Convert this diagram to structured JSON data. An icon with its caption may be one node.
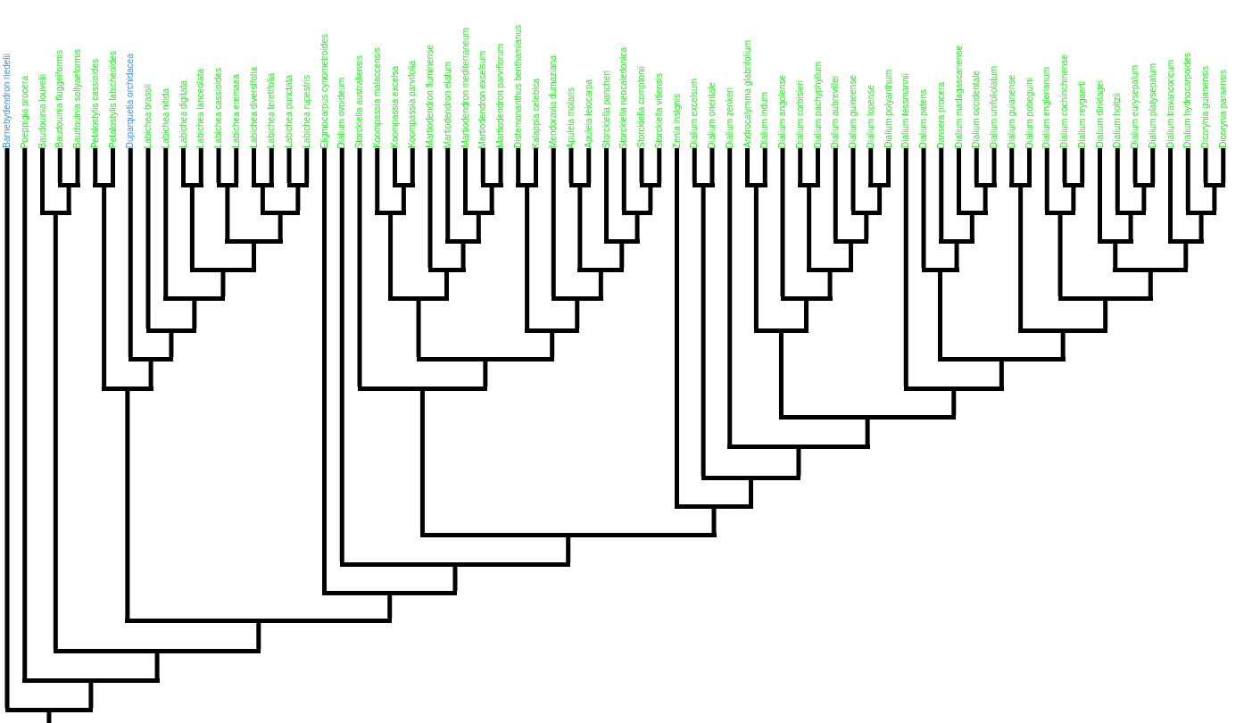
{
  "diagram": {
    "nodes": [
      {
        "text": [
          "Barnebydendron riedelii"
        ]
      },
      {
        "text": [
          "Poeppigia procera"
        ]
      },
      {
        "text": [
          "Baudouinia louvelii"
        ]
      },
      {
        "text": [
          "Baudouinia fluggeiformis"
        ]
      },
      {
        "text": [
          "Baudouinia sollyaeformis"
        ]
      },
      {
        "text": [
          "Petalostylis cassioides"
        ]
      },
      {
        "text": [
          "Petalostylis labicheoides"
        ]
      },
      {
        "text": [
          "Duparquetia orchidacea"
        ]
      },
      {
        "text": [
          "Labichea brassii"
        ]
      },
      {
        "text": [
          "Labichea nitida"
        ]
      },
      {
        "text": [
          "Labichea digitata"
        ]
      },
      {
        "text": [
          "Labichea lanceolata"
        ]
      },
      {
        "text": [
          "Labichea cassioides"
        ]
      },
      {
        "text": [
          "Labichea eremaea"
        ]
      },
      {
        "text": [
          "Labichea diversifolia"
        ]
      },
      {
        "text": [
          "Labichea teretifolia"
        ]
      },
      {
        "text": [
          "Labichea punctata"
        ]
      },
      {
        "text": [
          "Labichea rupestris"
        ]
      },
      {
        "text": [
          "Eligmocarpus cynometroides"
        ]
      },
      {
        "text": [
          "Dialium ovoideum"
        ]
      },
      {
        "text": [
          "Storckiella australiensis"
        ]
      },
      {
        "text": [
          "Koompassia malaccensis"
        ]
      },
      {
        "text": [
          "Koompassia excelsa"
        ]
      },
      {
        "text": [
          "Koompassia parvifolia"
        ]
      },
      {
        "text": [
          "Martiodendron fluminense"
        ]
      },
      {
        "text": [
          "Martiodendron elatum"
        ]
      },
      {
        "text": [
          "Martiodendron mediterraneum"
        ]
      },
      {
        "text": [
          "Martiodendron excelsum"
        ]
      },
      {
        "text": [
          "Martiodendron parviflorum"
        ]
      },
      {
        "text": [
          "Distemonanthus benthamianus"
        ]
      },
      {
        "text": [
          "Kalappia celebica"
        ]
      },
      {
        "text": [
          "Mendoravia dumaziana"
        ]
      },
      {
        "text": [
          "Apuleia molaris"
        ]
      },
      {
        "text": [
          "Apuleia leiocarpa"
        ]
      },
      {
        "text": [
          "Storckiella pancheri"
        ]
      },
      {
        "text": [
          "Storckiella neocaledonica"
        ]
      },
      {
        "text": [
          "Storckiella comptonii"
        ]
      },
      {
        "text": [
          "Storckiella vitiensis"
        ]
      },
      {
        "text": [
          "Zenia insignis"
        ]
      },
      {
        "text": [
          "Dialium excelsum"
        ]
      },
      {
        "text": [
          "Dialium orientale"
        ]
      },
      {
        "text": [
          "Dialium zenkeri"
        ]
      },
      {
        "text": [
          "Androcalymma glabrifolium"
        ]
      },
      {
        "text": [
          "Dialium indum"
        ]
      },
      {
        "text": [
          "Dialium angolense"
        ]
      },
      {
        "text": [
          "Dialium corbisieri"
        ]
      },
      {
        "text": [
          "Dialium pachyphyllum"
        ]
      },
      {
        "text": [
          "Dialium aubrevillei"
        ]
      },
      {
        "text": [
          "Dialium guineense"
        ]
      },
      {
        "text": [
          "Dialium lopense"
        ]
      },
      {
        "text": [
          "Dialium polyanthum"
        ]
      },
      {
        "text": [
          "Dialium tessmannii"
        ]
      },
      {
        "text": [
          "Dialium patens"
        ]
      },
      {
        "text": [
          "Dansera procera"
        ]
      },
      {
        "text": [
          "Dialium madagascariense"
        ]
      },
      {
        "text": [
          "Dialium occidentale"
        ]
      },
      {
        "text": [
          "Dialium unifoliolatum"
        ]
      },
      {
        "text": [
          "Dialium guianense"
        ]
      },
      {
        "text": [
          "Dialium pobeguini"
        ]
      },
      {
        "text": [
          "Dialium englerianum"
        ]
      },
      {
        "text": [
          "Dialium cochinchinense"
        ]
      },
      {
        "text": [
          "Dialium reygaerti"
        ]
      },
      {
        "text": [
          "Dialium dinklagei"
        ]
      },
      {
        "text": [
          "Dialium holtzii"
        ]
      },
      {
        "text": [
          "Dialium eurysepalum"
        ]
      },
      {
        "text": [
          "Dialium platysepalum"
        ]
      },
      {
        "text": [
          "Dialium travancoricum"
        ]
      },
      {
        "text": [
          "Dialium hydnocarpoides"
        ]
      },
      {
        "text": [
          "Dicorynia guianensis"
        ]
      },
      {
        "text": [
          "Dicorynia paraensis"
        ]
      },
      {
        "text": [],
        "shape": "bar"
      },
      {
        "text": [],
        "shape": "bar"
      },
      {
        "text": [],
        "shape": "bar"
      },
      {
        "text": [],
        "shape": "bar"
      },
      {
        "text": [],
        "shape": "bar"
      },
      {
        "text": [],
        "shape": "bar"
      },
      {
        "text": [],
        "shape": "bar"
      },
      {
        "text": [],
        "shape": "bar"
      },
      {
        "text": [],
        "shape": "bar"
      },
      {
        "text": [],
        "shape": "bar"
      },
      {
        "text": [],
        "shape": "bar"
      },
      {
        "text": [],
        "shape": "bar"
      },
      {
        "text": [],
        "shape": "bar"
      },
      {
        "text": [],
        "shape": "bar"
      },
      {
        "text": [],
        "shape": "bar"
      },
      {
        "text": [],
        "shape": "bar"
      },
      {
        "text": [],
        "shape": "bar"
      },
      {
        "text": [],
        "shape": "bar"
      },
      {
        "text": [],
        "shape": "bar"
      },
      {
        "text": [],
        "shape": "bar"
      },
      {
        "text": [],
        "shape": "bar"
      },
      {
        "text": [],
        "shape": "bar"
      },
      {
        "text": [],
        "shape": "bar"
      },
      {
        "text": [],
        "shape": "bar"
      },
      {
        "text": [],
        "shape": "bar"
      },
      {
        "text": [],
        "shape": "bar"
      },
      {
        "text": [],
        "shape": "bar"
      },
      {
        "text": [],
        "shape": "bar"
      },
      {
        "text": [],
        "shape": "bar"
      },
      {
        "text": [],
        "shape": "bar"
      },
      {
        "text": [],
        "shape": "bar"
      },
      {
        "text": [],
        "shape": "bar"
      },
      {
        "text": [],
        "shape": "bar"
      },
      {
        "text": [],
        "shape": "bar"
      },
      {
        "text": [],
        "shape": "bar"
      },
      {
        "text": [],
        "shape": "bar"
      },
      {
        "text": [],
        "shape": "bar"
      },
      {
        "text": [],
        "shape": "bar"
      },
      {
        "text": [],
        "shape": "bar"
      },
      {
        "text": [],
        "shape": "bar"
      },
      {
        "text": [],
        "shape": "bar"
      },
      {
        "text": [],
        "shape": "bar"
      },
      {
        "text": [],
        "shape": "bar"
      },
      {
        "text": [],
        "shape": "bar"
      },
      {
        "text": [],
        "shape": "bar"
      },
      {
        "text": [],
        "shape": "bar"
      },
      {
        "text": [],
        "shape": "bar"
      },
      {
        "text": [],
        "shape": "bar"
      },
      {
        "text": [],
        "shape": "bar"
      },
      {
        "text": [],
        "shape": "bar"
      },
      {
        "text": [],
        "shape": "bar"
      },
      {
        "text": [],
        "shape": "bar"
      },
      {
        "text": [],
        "shape": "bar"
      },
      {
        "text": [],
        "shape": "bar"
      },
      {
        "text": [],
        "shape": "bar"
      },
      {
        "text": [],
        "shape": "bar"
      },
      {
        "text": [],
        "shape": "bar"
      },
      {
        "text": [],
        "shape": "bar"
      },
      {
        "text": [],
        "shape": "bar"
      },
      {
        "text": [],
        "shape": "bar"
      },
      {
        "text": [],
        "shape": "bar"
      },
      {
        "text": [],
        "shape": "bar"
      },
      {
        "text": [],
        "shape": "bar"
      },
      {
        "text": [],
        "shape": "bar"
      },
      {
        "text": [],
        "shape": "bar"
      },
      {
        "text": [],
        "shape": "bar"
      },
      {
        "text": [],
        "shape": "bar"
      },
      {
        "text": [],
        "shape": "bar"
      },
      {
        "text": [],
        "shape": "bar"
      }
    ],
    "edges": [
      {
        "from": 0,
        "to": 138,
        "arrow": "none"
      },
      {
        "from": 1,
        "to": 137,
        "arrow": "none"
      },
      {
        "from": 2,
        "to": 90,
        "arrow": "none"
      },
      {
        "from": 3,
        "to": 70,
        "arrow": "none"
      },
      {
        "from": 4,
        "to": 70,
        "arrow": "none"
      },
      {
        "from": 5,
        "to": 71,
        "arrow": "none"
      },
      {
        "from": 6,
        "to": 71,
        "arrow": "none"
      },
      {
        "from": 7,
        "to": 122,
        "arrow": "none"
      },
      {
        "from": 8,
        "to": 118,
        "arrow": "none"
      },
      {
        "from": 9,
        "to": 113,
        "arrow": "none"
      },
      {
        "from": 10,
        "to": 72,
        "arrow": "none"
      },
      {
        "from": 11,
        "to": 72,
        "arrow": "none"
      },
      {
        "from": 12,
        "to": 73,
        "arrow": "none"
      },
      {
        "from": 13,
        "to": 73,
        "arrow": "none"
      },
      {
        "from": 14,
        "to": 74,
        "arrow": "none"
      },
      {
        "from": 15,
        "to": 74,
        "arrow": "none"
      },
      {
        "from": 16,
        "to": 75,
        "arrow": "none"
      },
      {
        "from": 17,
        "to": 75,
        "arrow": "none"
      },
      {
        "from": 18,
        "to": 134,
        "arrow": "none"
      },
      {
        "from": 19,
        "to": 133,
        "arrow": "none"
      },
      {
        "from": 20,
        "to": 126,
        "arrow": "none"
      },
      {
        "from": 21,
        "to": 92,
        "arrow": "none"
      },
      {
        "from": 22,
        "to": 76,
        "arrow": "none"
      },
      {
        "from": 23,
        "to": 76,
        "arrow": "none"
      },
      {
        "from": 24,
        "to": 108,
        "arrow": "none"
      },
      {
        "from": 25,
        "to": 101,
        "arrow": "none"
      },
      {
        "from": 26,
        "to": 93,
        "arrow": "none"
      },
      {
        "from": 27,
        "to": 77,
        "arrow": "none"
      },
      {
        "from": 28,
        "to": 77,
        "arrow": "none"
      },
      {
        "from": 29,
        "to": 78,
        "arrow": "none"
      },
      {
        "from": 30,
        "to": 78,
        "arrow": "none"
      },
      {
        "from": 31,
        "to": 115,
        "arrow": "none"
      },
      {
        "from": 32,
        "to": 79,
        "arrow": "none"
      },
      {
        "from": 33,
        "to": 79,
        "arrow": "none"
      },
      {
        "from": 34,
        "to": 102,
        "arrow": "none"
      },
      {
        "from": 35,
        "to": 94,
        "arrow": "none"
      },
      {
        "from": 36,
        "to": 80,
        "arrow": "none"
      },
      {
        "from": 37,
        "to": 80,
        "arrow": "none"
      },
      {
        "from": 38,
        "to": 131,
        "arrow": "none"
      },
      {
        "from": 39,
        "to": 81,
        "arrow": "none"
      },
      {
        "from": 40,
        "to": 81,
        "arrow": "none"
      },
      {
        "from": 41,
        "to": 129,
        "arrow": "none"
      },
      {
        "from": 42,
        "to": 82,
        "arrow": "none"
      },
      {
        "from": 43,
        "to": 82,
        "arrow": "none"
      },
      {
        "from": 44,
        "to": 116,
        "arrow": "none"
      },
      {
        "from": 45,
        "to": 83,
        "arrow": "none"
      },
      {
        "from": 46,
        "to": 83,
        "arrow": "none"
      },
      {
        "from": 47,
        "to": 103,
        "arrow": "none"
      },
      {
        "from": 48,
        "to": 95,
        "arrow": "none"
      },
      {
        "from": 49,
        "to": 84,
        "arrow": "none"
      },
      {
        "from": 50,
        "to": 84,
        "arrow": "none"
      },
      {
        "from": 51,
        "to": 127,
        "arrow": "none"
      },
      {
        "from": 52,
        "to": 111,
        "arrow": "none"
      },
      {
        "from": 53,
        "to": 104,
        "arrow": "none"
      },
      {
        "from": 54,
        "to": 96,
        "arrow": "none"
      },
      {
        "from": 55,
        "to": 85,
        "arrow": "none"
      },
      {
        "from": 56,
        "to": 85,
        "arrow": "none"
      },
      {
        "from": 57,
        "to": 86,
        "arrow": "none"
      },
      {
        "from": 58,
        "to": 86,
        "arrow": "none"
      },
      {
        "from": 59,
        "to": 97,
        "arrow": "none"
      },
      {
        "from": 60,
        "to": 87,
        "arrow": "none"
      },
      {
        "from": 61,
        "to": 87,
        "arrow": "none"
      },
      {
        "from": 62,
        "to": 105,
        "arrow": "none"
      },
      {
        "from": 63,
        "to": 98,
        "arrow": "none"
      },
      {
        "from": 64,
        "to": 88,
        "arrow": "none"
      },
      {
        "from": 65,
        "to": 88,
        "arrow": "none"
      },
      {
        "from": 66,
        "to": 106,
        "arrow": "none"
      },
      {
        "from": 67,
        "to": 99,
        "arrow": "none"
      },
      {
        "from": 68,
        "to": 89,
        "arrow": "none"
      },
      {
        "from": 69,
        "to": 89,
        "arrow": "none"
      },
      {
        "from": 70,
        "to": 90,
        "arrow": "none"
      },
      {
        "from": 71,
        "to": 125,
        "arrow": "none"
      },
      {
        "from": 72,
        "to": 107,
        "arrow": "none"
      },
      {
        "from": 73,
        "to": 100,
        "arrow": "none"
      },
      {
        "from": 74,
        "to": 91,
        "arrow": "none"
      },
      {
        "from": 75,
        "to": 91,
        "arrow": "none"
      },
      {
        "from": 76,
        "to": 92,
        "arrow": "none"
      },
      {
        "from": 77,
        "to": 93,
        "arrow": "none"
      },
      {
        "from": 78,
        "to": 119,
        "arrow": "none"
      },
      {
        "from": 79,
        "to": 109,
        "arrow": "none"
      },
      {
        "from": 80,
        "to": 94,
        "arrow": "none"
      },
      {
        "from": 81,
        "to": 130,
        "arrow": "none"
      },
      {
        "from": 82,
        "to": 120,
        "arrow": "none"
      },
      {
        "from": 83,
        "to": 110,
        "arrow": "none"
      },
      {
        "from": 84,
        "to": 95,
        "arrow": "none"
      },
      {
        "from": 85,
        "to": 96,
        "arrow": "none"
      },
      {
        "from": 86,
        "to": 121,
        "arrow": "none"
      },
      {
        "from": 87,
        "to": 97,
        "arrow": "none"
      },
      {
        "from": 88,
        "to": 98,
        "arrow": "none"
      },
      {
        "from": 89,
        "to": 99,
        "arrow": "none"
      },
      {
        "from": 90,
        "to": 136,
        "arrow": "none"
      },
      {
        "from": 91,
        "to": 100,
        "arrow": "none"
      },
      {
        "from": 92,
        "to": 114,
        "arrow": "none"
      },
      {
        "from": 93,
        "to": 101,
        "arrow": "none"
      },
      {
        "from": 94,
        "to": 102,
        "arrow": "none"
      },
      {
        "from": 95,
        "to": 103,
        "arrow": "none"
      },
      {
        "from": 96,
        "to": 104,
        "arrow": "none"
      },
      {
        "from": 97,
        "to": 117,
        "arrow": "none"
      },
      {
        "from": 98,
        "to": 105,
        "arrow": "none"
      },
      {
        "from": 99,
        "to": 106,
        "arrow": "none"
      },
      {
        "from": 100,
        "to": 107,
        "arrow": "none"
      },
      {
        "from": 101,
        "to": 108,
        "arrow": "none"
      },
      {
        "from": 102,
        "to": 109,
        "arrow": "none"
      },
      {
        "from": 103,
        "to": 110,
        "arrow": "none"
      },
      {
        "from": 104,
        "to": 111,
        "arrow": "none"
      },
      {
        "from": 105,
        "to": 112,
        "arrow": "none"
      },
      {
        "from": 106,
        "to": 112,
        "arrow": "none"
      },
      {
        "from": 107,
        "to": 113,
        "arrow": "none"
      },
      {
        "from": 108,
        "to": 114,
        "arrow": "none"
      },
      {
        "from": 109,
        "to": 115,
        "arrow": "none"
      },
      {
        "from": 110,
        "to": 116,
        "arrow": "none"
      },
      {
        "from": 111,
        "to": 124,
        "arrow": "none"
      },
      {
        "from": 112,
        "to": 117,
        "arrow": "none"
      },
      {
        "from": 113,
        "to": 118,
        "arrow": "none"
      },
      {
        "from": 114,
        "to": 123,
        "arrow": "none"
      },
      {
        "from": 115,
        "to": 119,
        "arrow": "none"
      },
      {
        "from": 116,
        "to": 120,
        "arrow": "none"
      },
      {
        "from": 117,
        "to": 121,
        "arrow": "none"
      },
      {
        "from": 118,
        "to": 122,
        "arrow": "none"
      },
      {
        "from": 119,
        "to": 123,
        "arrow": "none"
      },
      {
        "from": 120,
        "to": 128,
        "arrow": "none"
      },
      {
        "from": 121,
        "to": 124,
        "arrow": "none"
      },
      {
        "from": 122,
        "to": 125,
        "arrow": "none"
      },
      {
        "from": 123,
        "to": 126,
        "arrow": "none"
      },
      {
        "from": 124,
        "to": 127,
        "arrow": "none"
      },
      {
        "from": 125,
        "to": 135,
        "arrow": "none"
      },
      {
        "from": 126,
        "to": 132,
        "arrow": "none"
      },
      {
        "from": 127,
        "to": 128,
        "arrow": "none"
      },
      {
        "from": 128,
        "to": 129,
        "arrow": "none"
      },
      {
        "from": 129,
        "to": 130,
        "arrow": "none"
      },
      {
        "from": 130,
        "to": 131,
        "arrow": "none"
      },
      {
        "from": 131,
        "to": 132,
        "arrow": "none"
      },
      {
        "from": 132,
        "to": 133,
        "arrow": "none"
      },
      {
        "from": 133,
        "to": 134,
        "arrow": "none"
      },
      {
        "from": 134,
        "to": 135,
        "arrow": "none"
      },
      {
        "from": 135,
        "to": 136,
        "arrow": "none"
      },
      {
        "from": 136,
        "to": 137,
        "arrow": "none"
      },
      {
        "from": 137,
        "to": 138,
        "arrow": "none"
      },
      {
        "from": 138,
        "to": null,
        "arrow": "none"
      }
    ]
  }
}
